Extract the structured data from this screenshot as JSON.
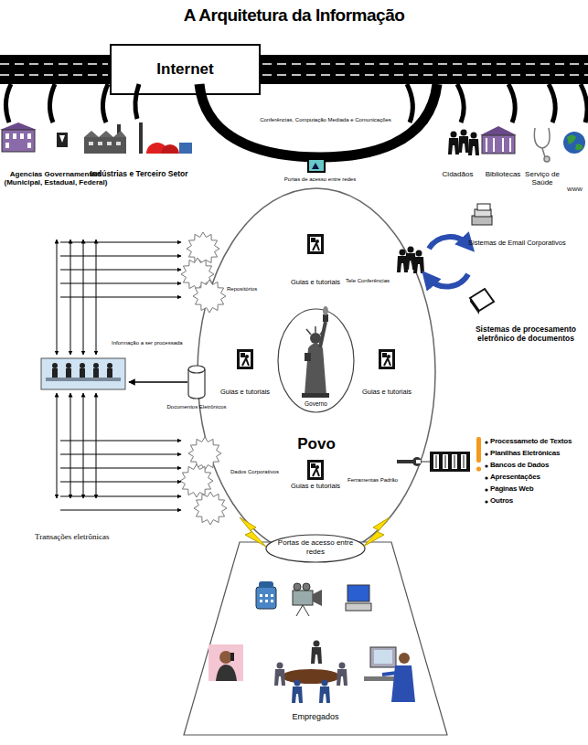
{
  "diagram": {
    "title": "A Arquitetura da Informação",
    "nodes": [
      {
        "text": [
          "Internet"
        ]
      },
      {
        "text": [
          "Portas de acesso entre redes"
        ]
      },
      {
        "text": [
          "Povo"
        ]
      },
      {
        "text": [
          "Governo"
        ],
        "in": 2
      },
      {
        "text": [
          "Documentos Eletrônicos"
        ]
      },
      {
        "text": [
          "Empregados"
        ]
      },
      {
        "text": [
          "Portas de acesso entre redes"
        ],
        "in": 5
      }
    ],
    "edges": [
      {
        "from": 0,
        "to": 1,
        "arrow": "none",
        "label": "Conferências, Computação Mediada e Comunicações"
      }
    ],
    "labels": [
      "Agencias Governamentais (Municipal, Estadual, Federal)",
      "Indústrias e Terceiro Setor",
      "Cidadãos",
      "Bibliotecas",
      "Serviço de Saúde",
      "WWW",
      "Repositórios",
      "Guias e tutoriais",
      "Tele Conferências",
      "Sistemas de Email Corporativos",
      "Informação a ser processada",
      "Guias e tutoriais",
      "Guias e tutoriais",
      "Sistemas de procesamento eletrônico de documentos",
      "Dados Corporativos",
      "Ferramentas Padrão",
      "Processameto de Textos",
      "Planilhas Eletrônicas",
      "Bancos de Dados",
      "Apresentações",
      "Páginas Web",
      "Outros",
      "Guias e tutoriais",
      "Transações eletrônicas"
    ]
  }
}
